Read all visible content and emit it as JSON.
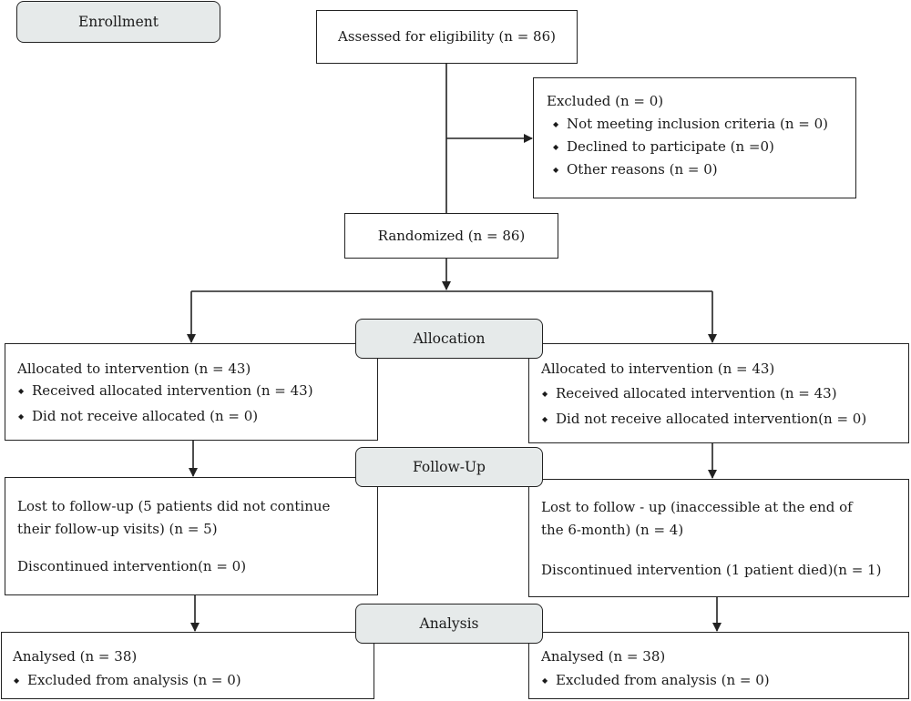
{
  "stages": {
    "enrollment": "Enrollment",
    "allocation": "Allocation",
    "followup": "Follow-Up",
    "analysis": "Analysis"
  },
  "assessed": "Assessed for eligibility (n = 86)",
  "excluded": {
    "title": "Excluded (n = 0)",
    "items": [
      "Not meeting inclusion criteria (n = 0)",
      "Declined to participate (n =0)",
      "Other reasons (n = 0)"
    ]
  },
  "randomized": "Randomized (n = 86)",
  "left": {
    "allocation": {
      "title": "Allocated to intervention (n = 43)",
      "items": [
        "Received allocated intervention (n = 43)",
        "Did not receive allocated (n = 0)"
      ]
    },
    "followup": {
      "lost_line1": "Lost to follow-up (5 patients did not continue",
      "lost_line2": "their follow-up visits) (n = 5)",
      "discontinued": "Discontinued intervention(n = 0)"
    },
    "analysis": {
      "title": "Analysed (n = 38)",
      "items": [
        "Excluded from analysis (n = 0)"
      ]
    }
  },
  "right": {
    "allocation": {
      "title": "Allocated to intervention (n = 43)",
      "items": [
        "Received allocated intervention (n = 43)",
        "Did not receive allocated intervention(n = 0)"
      ]
    },
    "followup": {
      "lost_line1": "Lost to follow - up (inaccessible at the end of",
      "lost_line2": "the 6-month) (n = 4)",
      "discontinued": "Discontinued intervention (1 patient died)(n = 1)"
    },
    "analysis": {
      "title": "Analysed (n = 38)",
      "items": [
        "Excluded from analysis (n = 0)"
      ]
    }
  }
}
